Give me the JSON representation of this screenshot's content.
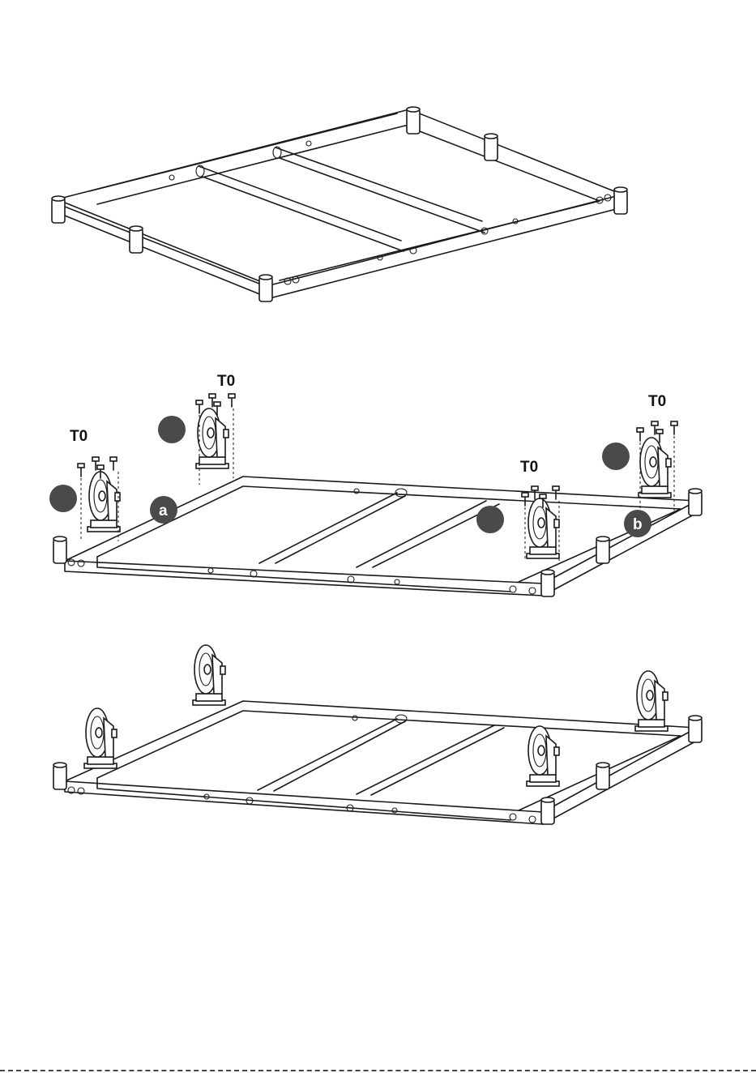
{
  "labels": {
    "screw_code": "T0",
    "part_a": "a",
    "part_b": "b"
  },
  "colors": {
    "line": "#1a1a1a",
    "badge": "#4a4a4a",
    "background": "#ffffff"
  }
}
